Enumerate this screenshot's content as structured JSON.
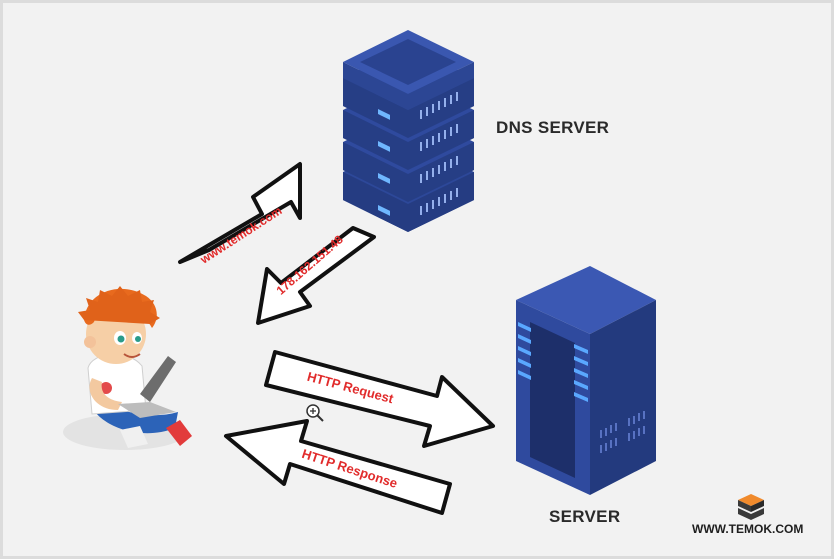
{
  "labels": {
    "dns_server": "DNS SERVER",
    "server": "SERVER",
    "brand": "WWW.TEMOK.COM"
  },
  "arrows": {
    "domain_query": "www.temok.com",
    "ip_reply": "178.162.151.48",
    "http_request": "HTTP Request",
    "http_response": "HTTP Response"
  },
  "icons": {
    "dns": "dns-server-icon",
    "web": "web-server-icon",
    "user": "user-laptop-icon",
    "brand": "temok-logo-icon",
    "zoom": "zoom-cursor-icon"
  },
  "colors": {
    "server_blue": "#2f4a9e",
    "server_dark": "#1f3477",
    "accent_text": "#e12b2b",
    "arrow_fill": "#ffffff",
    "arrow_stroke": "#111111"
  }
}
